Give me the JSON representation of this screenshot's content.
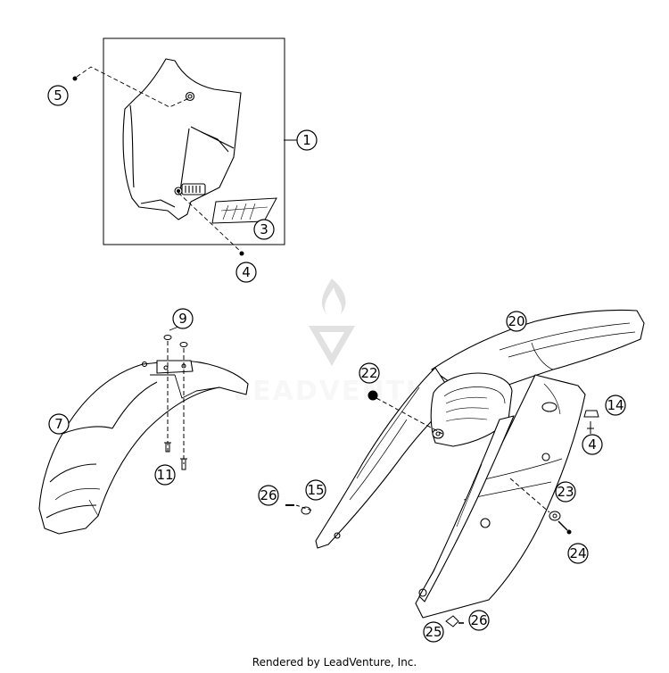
{
  "callouts": {
    "c1": "1",
    "c3": "3",
    "c4a": "4",
    "c5": "5",
    "c7": "7",
    "c9": "9",
    "c11": "11",
    "c14": "14",
    "c4b": "4",
    "c15": "15",
    "c20": "20",
    "c22": "22",
    "c23": "23",
    "c24": "24",
    "c25": "25",
    "c26a": "26",
    "c26b": "26"
  },
  "watermark": {
    "text": "LEADVENTURE"
  },
  "footer": {
    "text": "Rendered by LeadVenture, Inc."
  }
}
